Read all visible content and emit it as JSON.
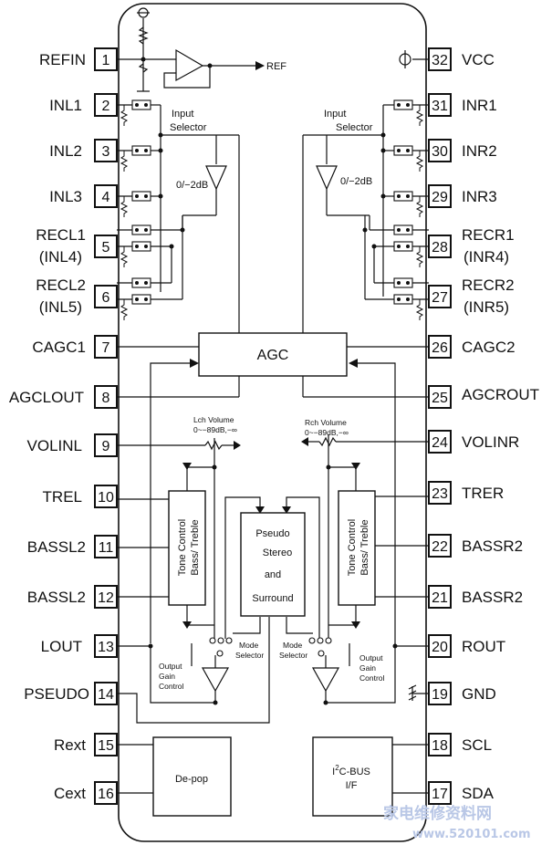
{
  "pins": [
    {
      "num": "1",
      "name": "REFIN"
    },
    {
      "num": "2",
      "name": "INL1"
    },
    {
      "num": "3",
      "name": "INL2"
    },
    {
      "num": "4",
      "name": "INL3"
    },
    {
      "num": "5",
      "name": "RECL1",
      "name2": "(INL4)"
    },
    {
      "num": "6",
      "name": "RECL2",
      "name2": "(INL5)"
    },
    {
      "num": "7",
      "name": "CAGC1"
    },
    {
      "num": "8",
      "name": "AGCLOUT"
    },
    {
      "num": "9",
      "name": "VOLINL"
    },
    {
      "num": "10",
      "name": "TREL"
    },
    {
      "num": "11",
      "name": "BASSL2"
    },
    {
      "num": "12",
      "name": "BASSL2"
    },
    {
      "num": "13",
      "name": "LOUT"
    },
    {
      "num": "14",
      "name": "PSEUDO"
    },
    {
      "num": "15",
      "name": "Rext"
    },
    {
      "num": "16",
      "name": "Cext"
    },
    {
      "num": "32",
      "name": "VCC"
    },
    {
      "num": "31",
      "name": "INR1"
    },
    {
      "num": "30",
      "name": "INR2"
    },
    {
      "num": "29",
      "name": "INR3"
    },
    {
      "num": "28",
      "name": "RECR1",
      "name2": "(INR4)"
    },
    {
      "num": "27",
      "name": "RECR2",
      "name2": "(INR5)"
    },
    {
      "num": "26",
      "name": "CAGC2"
    },
    {
      "num": "25",
      "name": "AGCROUT"
    },
    {
      "num": "24",
      "name": "VOLINR"
    },
    {
      "num": "23",
      "name": "TRER"
    },
    {
      "num": "22",
      "name": "BASSR2"
    },
    {
      "num": "21",
      "name": "BASSR2"
    },
    {
      "num": "20",
      "name": "ROUT"
    },
    {
      "num": "19",
      "name": "GND"
    },
    {
      "num": "18",
      "name": "SCL"
    },
    {
      "num": "17",
      "name": "SDA"
    }
  ],
  "blocks": {
    "ref": "REF",
    "input_selector_l1": "Input",
    "input_selector_l2": "Selector",
    "input_selector_r1": "Input",
    "input_selector_r2": "Selector",
    "gain_l": "0/−2dB",
    "gain_r": "0/−2dB",
    "agc": "AGC",
    "lch_volume": "Lch Volume",
    "lch_range": "0~−89dB,−∞",
    "rch_volume": "Rch Volume",
    "rch_range": "0~−89dB,−∞",
    "tone_l1": "Tone Control",
    "tone_l2": "Bass/ Treble",
    "tone_r1": "Tone Control",
    "tone_r2": "Bass/ Treble",
    "pseudo1": "Pseudo",
    "pseudo2": "Stereo",
    "pseudo3": "and",
    "pseudo4": "Surround",
    "mode_l1": "Mode",
    "mode_l2": "Selector",
    "mode_r1": "Mode",
    "mode_r2": "Selector",
    "out_l1": "Output",
    "out_l2": "Gain",
    "out_l3": "Control",
    "out_r1": "Output",
    "out_r2": "Gain",
    "out_r3": "Control",
    "depop": "De-pop",
    "i2c_1": "I",
    "i2c_sup": "2",
    "i2c_2": "C-BUS",
    "i2c_3": "I/F"
  },
  "watermark": {
    "text": "家电维修资料网",
    "url": "www.520101.com"
  }
}
